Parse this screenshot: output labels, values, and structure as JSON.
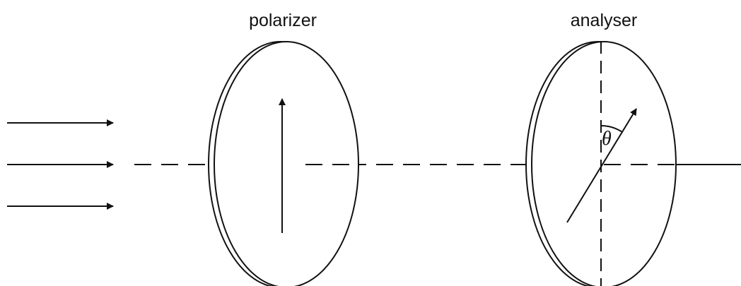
{
  "labels": {
    "polarizer": "polarizer",
    "analyser": "analyser",
    "angle_symbol": "θ"
  },
  "colors": {
    "stroke": "#111111",
    "background": "#ffffff"
  }
}
